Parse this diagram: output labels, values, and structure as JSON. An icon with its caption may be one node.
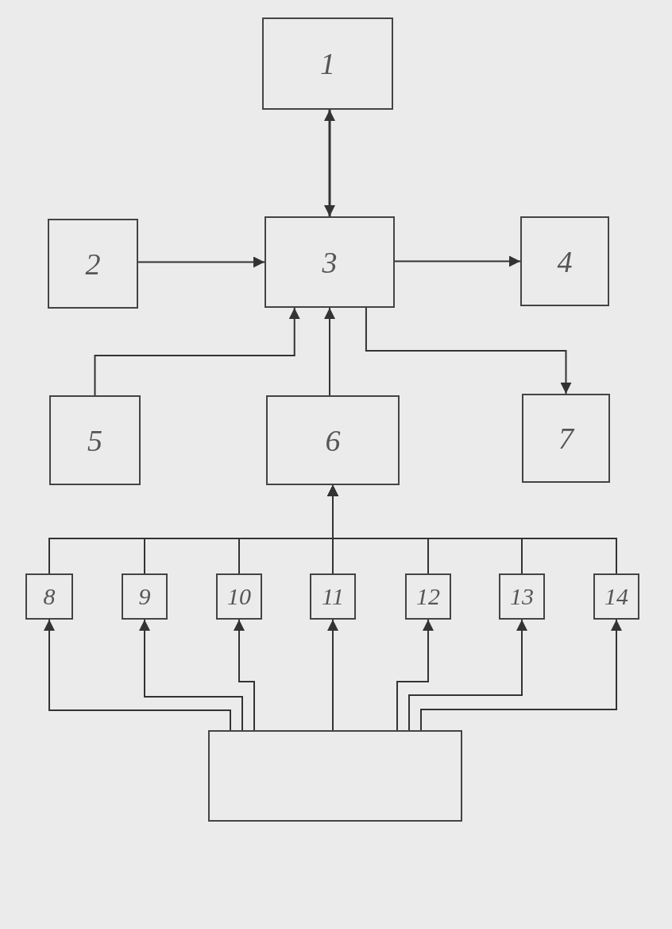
{
  "diagram": {
    "nodes": [
      {
        "text": [
          "1"
        ]
      },
      {
        "text": [
          "2"
        ]
      },
      {
        "text": [
          "3"
        ]
      },
      {
        "text": [
          "4"
        ]
      },
      {
        "text": [
          "5"
        ]
      },
      {
        "text": [
          "6"
        ]
      },
      {
        "text": [
          "7"
        ]
      },
      {
        "text": [
          "8"
        ]
      },
      {
        "text": [
          "9"
        ]
      },
      {
        "text": [
          "10"
        ]
      },
      {
        "text": [
          "11"
        ]
      },
      {
        "text": [
          "12"
        ]
      },
      {
        "text": [
          "13"
        ]
      },
      {
        "text": [
          "14"
        ]
      },
      {
        "text": [],
        "shape": "box"
      }
    ],
    "edges": [
      {
        "from": 0,
        "to": 2,
        "arrow": "both"
      },
      {
        "from": 1,
        "to": 2,
        "arrow": "to"
      },
      {
        "from": 2,
        "to": 3,
        "arrow": "to"
      },
      {
        "from": 4,
        "to": 2,
        "arrow": "to"
      },
      {
        "from": 5,
        "to": 2,
        "arrow": "to"
      },
      {
        "from": 2,
        "to": 6,
        "arrow": "to"
      },
      {
        "from": 7,
        "to": 5,
        "arrow": "to"
      },
      {
        "from": 8,
        "to": 5,
        "arrow": "to"
      },
      {
        "from": 9,
        "to": 5,
        "arrow": "to"
      },
      {
        "from": 10,
        "to": 5,
        "arrow": "to"
      },
      {
        "from": 11,
        "to": 5,
        "arrow": "to"
      },
      {
        "from": 12,
        "to": 5,
        "arrow": "to"
      },
      {
        "from": 13,
        "to": 5,
        "arrow": "to"
      },
      {
        "from": 14,
        "to": 7,
        "arrow": "to"
      },
      {
        "from": 14,
        "to": 8,
        "arrow": "to"
      },
      {
        "from": 14,
        "to": 9,
        "arrow": "to"
      },
      {
        "from": 14,
        "to": 10,
        "arrow": "to"
      },
      {
        "from": 14,
        "to": 11,
        "arrow": "to"
      },
      {
        "from": 14,
        "to": 12,
        "arrow": "to"
      },
      {
        "from": 14,
        "to": 13,
        "arrow": "to"
      }
    ]
  }
}
